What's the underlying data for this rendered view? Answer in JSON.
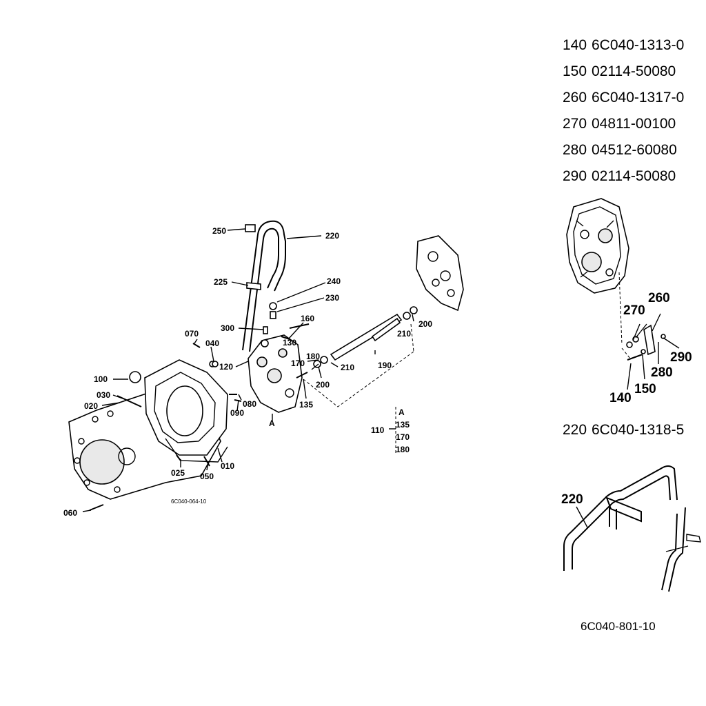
{
  "part_list_top": [
    {
      "no": "140",
      "part": "6C040-1313-0"
    },
    {
      "no": "150",
      "part": "02114-50080"
    },
    {
      "no": "260",
      "part": "6C040-1317-0"
    },
    {
      "no": "270",
      "part": "04811-00100"
    },
    {
      "no": "280",
      "part": "04512-60080"
    },
    {
      "no": "290",
      "part": "02114-50080"
    }
  ],
  "part_220": {
    "no": "220",
    "part": "6C040-1318-5"
  },
  "callouts": {
    "c250": "250",
    "c220": "220",
    "c225": "225",
    "c240": "240",
    "c230": "230",
    "c300": "300",
    "c160": "160",
    "c070": "070",
    "c040": "040",
    "c130": "130",
    "c120": "120",
    "c180": "180",
    "c170": "170",
    "c100": "100",
    "c030": "030",
    "c020": "020",
    "c080": "080",
    "c090": "090",
    "c135": "135",
    "cA": "A",
    "c200a": "200",
    "c210a": "210",
    "c200b": "200",
    "c210b": "210",
    "c190": "190",
    "c110": "110",
    "c025": "025",
    "c050": "050",
    "c010": "010",
    "c060": "060"
  },
  "group_110": {
    "label": "A",
    "items": [
      "135",
      "170",
      "180"
    ]
  },
  "detail_callouts": {
    "d260": "260",
    "d270": "270",
    "d280": "280",
    "d290": "290",
    "d140": "140",
    "d150": "150",
    "d220": "220"
  },
  "drawing_ref_main": "6C040-064-10",
  "drawing_ref_detail": "6C040-801-10"
}
